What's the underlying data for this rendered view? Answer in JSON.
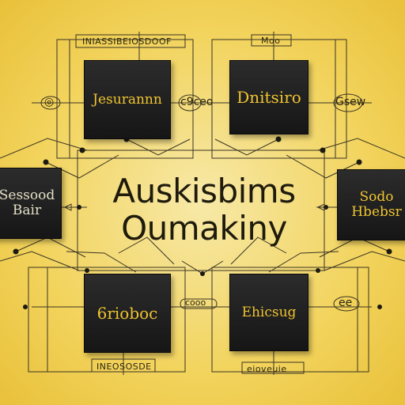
{
  "diagram": {
    "center": {
      "line1": "Auskisbims",
      "line2": "Oumakiny"
    },
    "nodes": {
      "top_left": {
        "line1": "Jesurannn",
        "line2": ""
      },
      "top_right": {
        "line1": "Dnitsiro",
        "line2": ""
      },
      "mid_left": {
        "line1": "Sessood",
        "line2": "Bair"
      },
      "mid_right": {
        "line1": "Sodo",
        "line2": "Hbebsr"
      },
      "bottom_left": {
        "line1": "6rioboc",
        "line2": ""
      },
      "bottom_right": {
        "line1": "Ehicsug",
        "line2": ""
      }
    },
    "captions": {
      "top_left": "INIASSIBEIOSDOOF",
      "top_right": "Moo",
      "bottom_left": "INEOSOSDE",
      "bottom_right": "eioveuie",
      "side_top_left": "◎",
      "side_top_mid": "c9ceo",
      "side_top_right": "Gsew",
      "side_bottom_mid": "cooo",
      "side_bottom_right": "ee"
    },
    "colors": {
      "box": "#1a1a1a",
      "text_on_box": "#f0c431",
      "line": "#3a3424"
    }
  }
}
